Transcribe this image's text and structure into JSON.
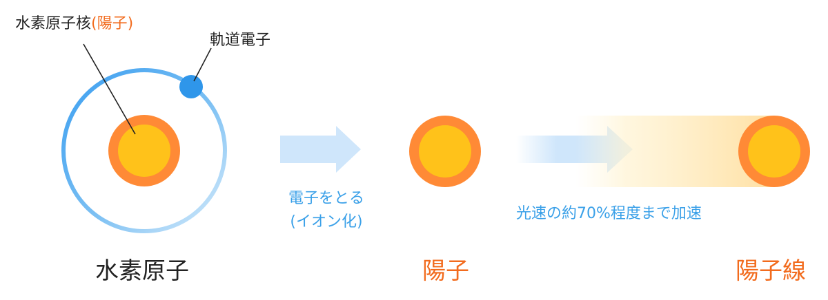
{
  "labels": {
    "nucleus_main": "水素原子核",
    "nucleus_paren": "(陽子)",
    "orbital_electron": "軌道電子",
    "step1_line1": "電子をとる",
    "step1_line2": "(イオン化)",
    "step2": "光速の約70%程度まで加速"
  },
  "captions": {
    "atom": "水素原子",
    "proton": "陽子",
    "beam": "陽子線"
  },
  "colors": {
    "nucleus_outer": "#ff8a36",
    "nucleus_inner": "#ffc21a",
    "electron": "#2f96ea",
    "orbit": "#4aa8f0",
    "arrow": "#cfe6fb",
    "text_blue": "#3aa0e8",
    "text_orange": "#f26b1d",
    "text_dark": "#222222"
  }
}
